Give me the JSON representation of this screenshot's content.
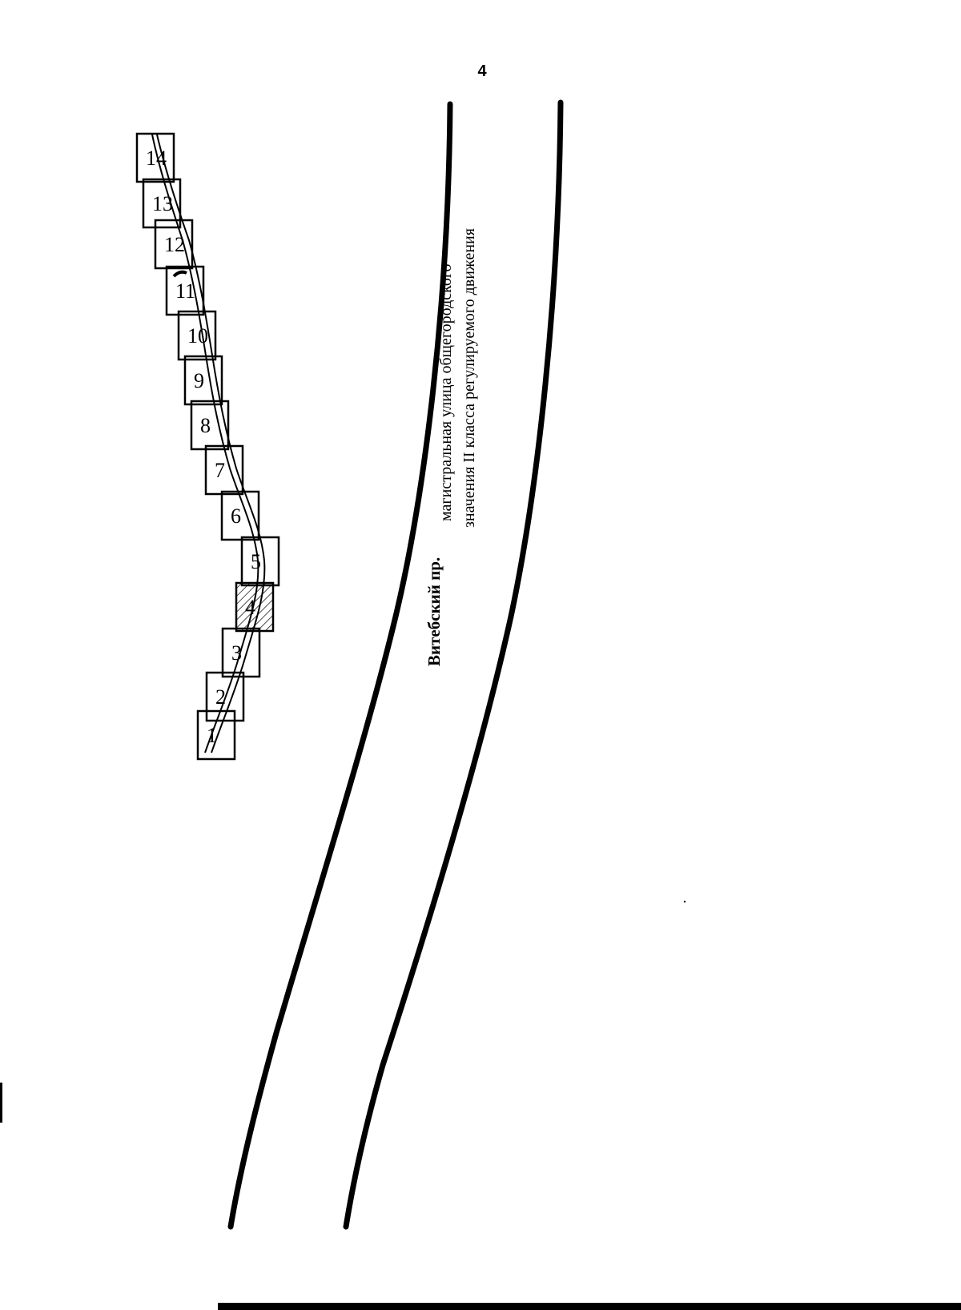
{
  "page_number": "4",
  "street": {
    "name": "Витебский пр.",
    "description_line1": "магистральная улица общегородского",
    "description_line2": "значения II класса регулируемого движения"
  },
  "blocks": [
    {
      "label": "1",
      "hatched": false
    },
    {
      "label": "2",
      "hatched": false
    },
    {
      "label": "3",
      "hatched": false
    },
    {
      "label": "4",
      "hatched": true
    },
    {
      "label": "5",
      "hatched": false
    },
    {
      "label": "6",
      "hatched": false
    },
    {
      "label": "7",
      "hatched": false
    },
    {
      "label": "8",
      "hatched": false
    },
    {
      "label": "9",
      "hatched": false
    },
    {
      "label": "10",
      "hatched": false
    },
    {
      "label": "11",
      "hatched": false
    },
    {
      "label": "12",
      "hatched": false
    },
    {
      "label": "13",
      "hatched": false
    },
    {
      "label": "14",
      "hatched": false
    }
  ]
}
